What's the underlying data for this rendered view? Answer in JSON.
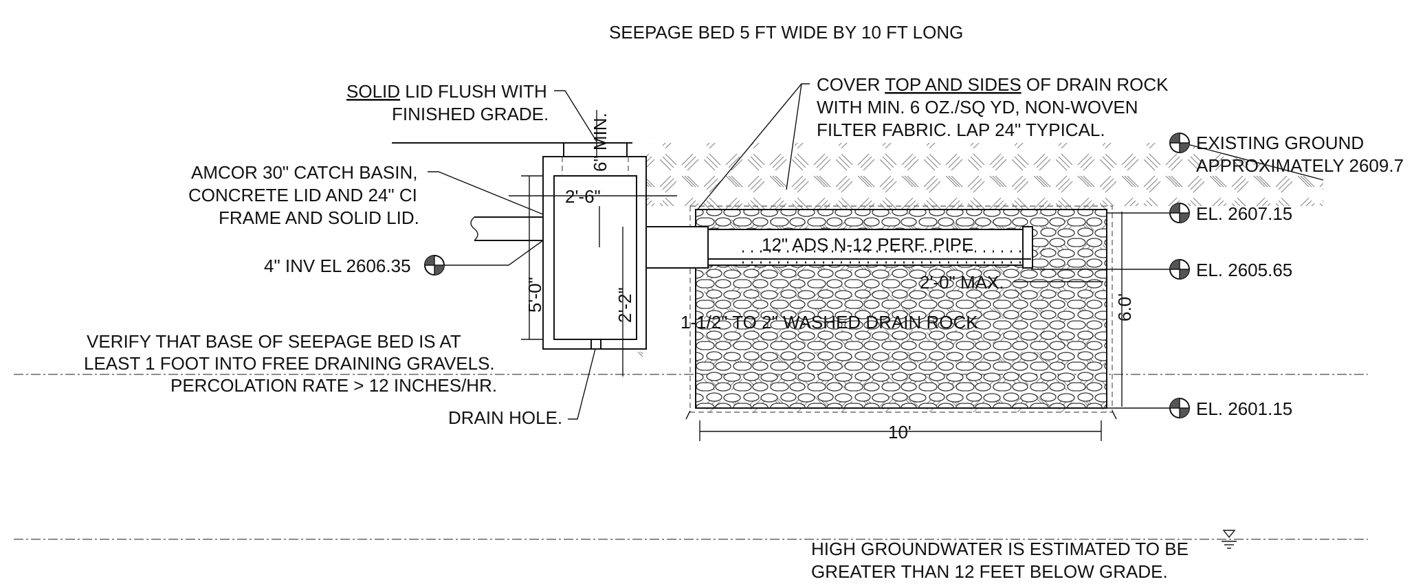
{
  "title": "SEEPAGE BED 5 FT WIDE BY 10 FT LONG",
  "notes": {
    "lid_line1_underlined": "SOLID",
    "lid_line1_rest": " LID FLUSH WITH",
    "lid_line2": "FINISHED GRADE.",
    "basin_line1": "AMCOR 30\" CATCH BASIN,",
    "basin_line2": "CONCRETE LID AND 24\" CI",
    "basin_line3": "FRAME AND SOLID LID.",
    "inv_el": "4\" INV EL 2606.35",
    "verify_line1": "VERIFY THAT BASE OF SEEPAGE BED IS AT",
    "verify_line2": "LEAST 1 FOOT INTO FREE DRAINING GRAVELS.",
    "verify_line3": "PERCOLATION RATE > 12 INCHES/HR.",
    "drain_hole": "DRAIN HOLE.",
    "cover_line1_pre": "COVER ",
    "cover_line1_underlined": "TOP AND SIDES",
    "cover_line1_post": " OF DRAIN ROCK",
    "cover_line2": "WITH MIN. 6 OZ./SQ YD, NON-WOVEN",
    "cover_line3": "FILTER FABRIC.  LAP 24\" TYPICAL.",
    "pipe_label": "12\" ADS N-12 PERF. PIPE",
    "drain_rock": "1-1/2\" TO 2\" WASHED DRAIN ROCK",
    "groundwater_line1": "HIGH GROUNDWATER IS ESTIMATED TO BE",
    "groundwater_line2": "GREATER THAN 12 FEET BELOW GRADE."
  },
  "elevations": {
    "existing_ground_line1": "EXISTING GROUND",
    "existing_ground_line2": "APPROXIMATELY 2609.7",
    "el_top": "EL. 2607.15",
    "el_pipe": "EL. 2605.65",
    "el_bottom": "EL. 2601.15"
  },
  "dimensions": {
    "lid_min": "6\" MIN.",
    "basin_width": "2'-6\"",
    "basin_height": "5'-0\"",
    "basin_inner": "2'-2\"",
    "pipe_max": "2'-0\" MAX.",
    "bed_depth": "6.0'",
    "bed_length": "10'"
  },
  "symbols": {
    "elevation_marker": "quartered-circle-icon",
    "water_table": "water-table-triangle-icon"
  }
}
